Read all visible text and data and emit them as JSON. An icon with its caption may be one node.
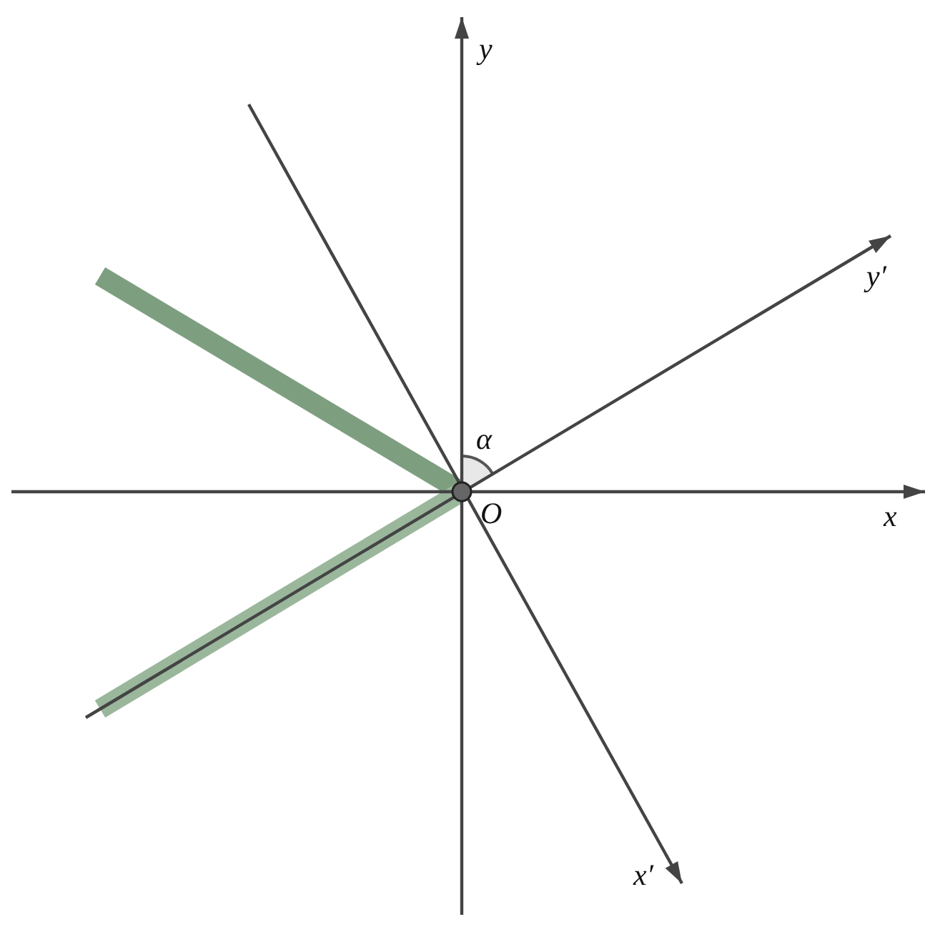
{
  "diagram": {
    "labels": [
      "y",
      "y′",
      "α",
      "O",
      "x",
      "x′"
    ]
  }
}
